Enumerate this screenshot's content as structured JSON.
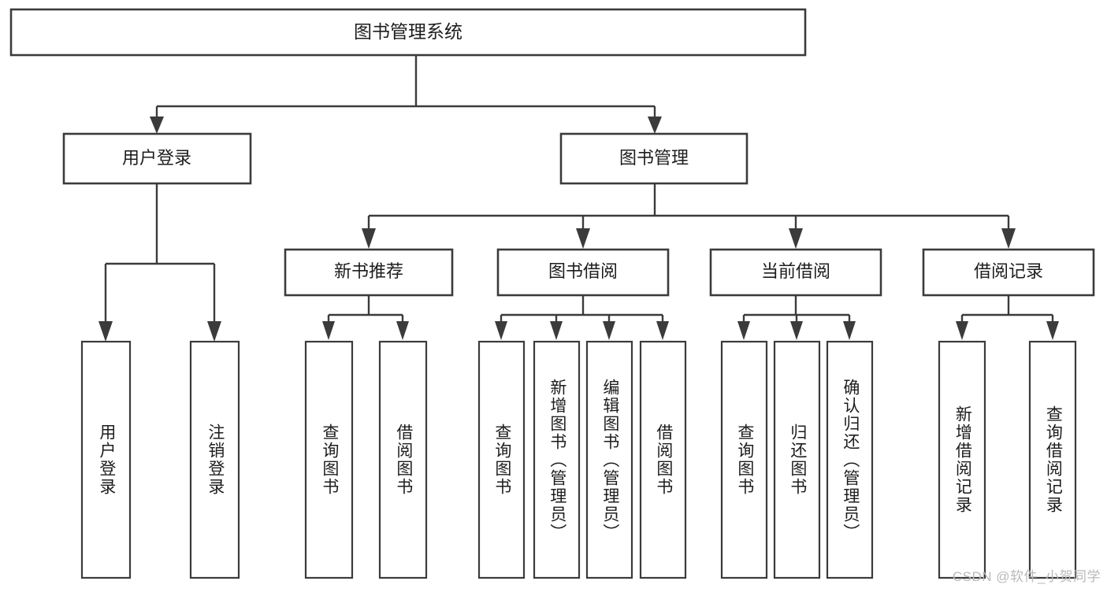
{
  "diagram": {
    "type": "tree-hierarchy-chart",
    "title": "图书管理系统",
    "colors": {
      "stroke": "#3b3b3b",
      "fill": "#ffffff",
      "text": "#1d1d1d",
      "watermark": "#b9b9b9",
      "background": "#ffffff"
    },
    "root": {
      "label": "图书管理系统"
    },
    "level2": [
      {
        "label": "用户登录"
      },
      {
        "label": "图书管理"
      }
    ],
    "level3": [
      {
        "label": "新书推荐"
      },
      {
        "label": "图书借阅"
      },
      {
        "label": "当前借阅"
      },
      {
        "label": "借阅记录"
      }
    ],
    "leaves": {
      "user_login": [
        {
          "label": "用户登录"
        },
        {
          "label": "注销登录"
        }
      ],
      "new_book_recommend": [
        {
          "label": "查询图书"
        },
        {
          "label": "借阅图书"
        }
      ],
      "book_borrow": [
        {
          "label": "查询图书"
        },
        {
          "label": "新增图书（管理员）"
        },
        {
          "label": "编辑图书（管理员）"
        },
        {
          "label": "借阅图书"
        }
      ],
      "current_borrow": [
        {
          "label": "查询图书"
        },
        {
          "label": "归还图书"
        },
        {
          "label": "确认归还（管理员）"
        }
      ],
      "borrow_records": [
        {
          "label": "新增借阅记录"
        },
        {
          "label": "查询借阅记录"
        }
      ]
    },
    "watermark": "CSDN @软件_小贺同学"
  }
}
